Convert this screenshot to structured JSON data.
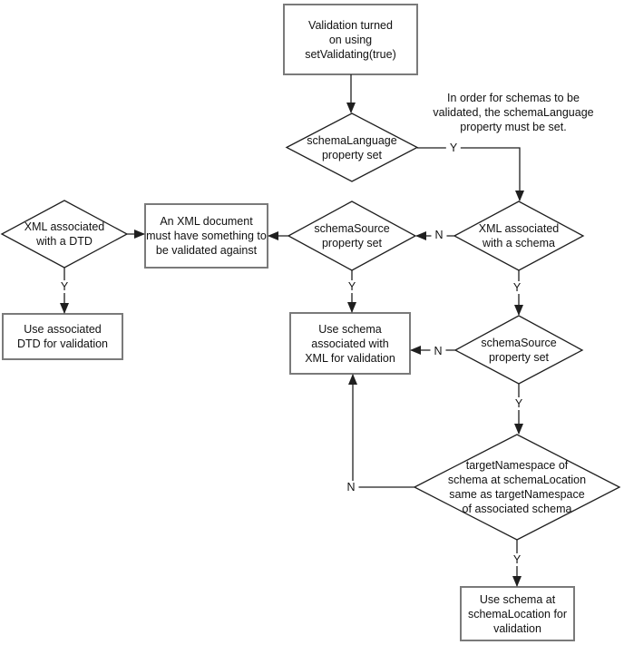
{
  "diagram": {
    "nodes": {
      "start_box": {
        "label": "Validation turned\non using\nsetValidating(true)"
      },
      "schema_language_decision": {
        "label": "schemaLanguage\nproperty set"
      },
      "note": {
        "label": "In order for schemas to be\nvalidated, the schemaLanguage\nproperty must be set."
      },
      "xml_schema_decision": {
        "label": "XML associated\nwith a schema"
      },
      "schema_source_decision_left": {
        "label": "schemaSource\nproperty set"
      },
      "xml_document_box": {
        "label": "An XML document\nmust have something to\nbe validated against"
      },
      "xml_dtd_decision": {
        "label": "XML associated\nwith a DTD"
      },
      "use_dtd_box": {
        "label": "Use associated\nDTD for validation"
      },
      "use_schema_box": {
        "label": "Use schema\nassociated with\nXML for validation"
      },
      "schema_source_decision_right": {
        "label": "schemaSource\nproperty set"
      },
      "target_namespace_decision": {
        "label": "targetNamespace of\nschema at schemaLocation\nsame as targetNamespace\nof associated schema"
      },
      "use_schema_location_box": {
        "label": "Use schema at\nschemaLocation for\nvalidation"
      }
    },
    "edge_labels": {
      "schema_language_yes": "Y",
      "xml_schema_no": "N",
      "xml_schema_yes": "Y",
      "schema_source_left_yes": "Y",
      "dtd_yes": "Y",
      "schema_source_right_no": "N",
      "schema_source_right_yes": "Y",
      "target_namespace_no": "N",
      "target_namespace_yes": "Y"
    },
    "colors": {
      "line": "#1f1f1f",
      "box_border": "#7a7a7a",
      "text": "#111111",
      "background": "#ffffff"
    }
  }
}
